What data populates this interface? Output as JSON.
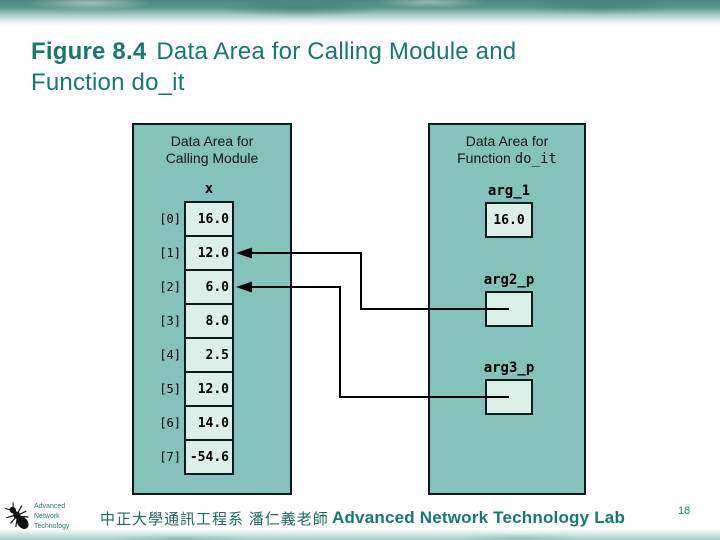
{
  "title": {
    "figure_label": "Figure 8.4",
    "line1_rest": "Data Area for Calling Module and",
    "line2": "Function do_it"
  },
  "diagram": {
    "left_panel": {
      "heading_line1": "Data Area for",
      "heading_line2": "Calling Module",
      "array_name": "x",
      "cells": [
        {
          "index": "[0]",
          "value": "16.0"
        },
        {
          "index": "[1]",
          "value": "12.0"
        },
        {
          "index": "[2]",
          "value": "6.0"
        },
        {
          "index": "[3]",
          "value": "8.0"
        },
        {
          "index": "[4]",
          "value": "2.5"
        },
        {
          "index": "[5]",
          "value": "12.0"
        },
        {
          "index": "[6]",
          "value": "14.0"
        },
        {
          "index": "[7]",
          "value": "-54.6"
        }
      ]
    },
    "right_panel": {
      "heading_line1": "Data Area for",
      "heading_line2_prefix": "Function",
      "heading_line2_mono": "do_it",
      "variables": [
        {
          "name": "arg_1",
          "value": "16.0"
        },
        {
          "name": "arg2_p",
          "value": ""
        },
        {
          "name": "arg3_p",
          "value": ""
        }
      ]
    },
    "pointers": [
      {
        "from": "arg2_p",
        "to": "x[1]"
      },
      {
        "from": "arg3_p",
        "to": "x[2]"
      }
    ]
  },
  "footer": {
    "logo_lines": {
      "l1": "Advanced",
      "l2": "Network",
      "l3": "Technology"
    },
    "chinese": "中正大學通訊工程系 潘仁義老師",
    "lab": "Advanced Network Technology Lab",
    "page_number": "18"
  },
  "colors": {
    "accent_teal": "#17786d",
    "panel_fill": "#85c3ba",
    "cell_fill": "#dcefe9",
    "line": "#000000"
  }
}
